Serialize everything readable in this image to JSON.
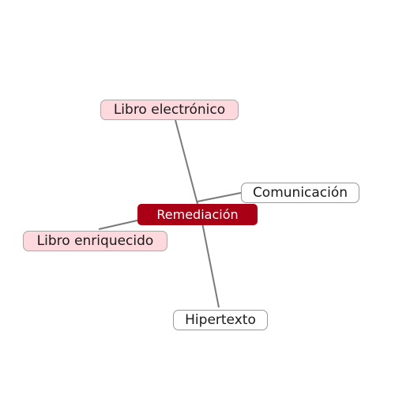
{
  "central": {
    "label": "Remediación",
    "color": "#aa0016"
  },
  "branches": [
    {
      "label": "Libro electrónico",
      "color": "#fdd9de"
    },
    {
      "label": "Comunicación",
      "color": "#ffffff"
    },
    {
      "label": "Libro enriquecido",
      "color": "#fdd9de"
    },
    {
      "label": "Hipertexto",
      "color": "#ffffff"
    }
  ]
}
